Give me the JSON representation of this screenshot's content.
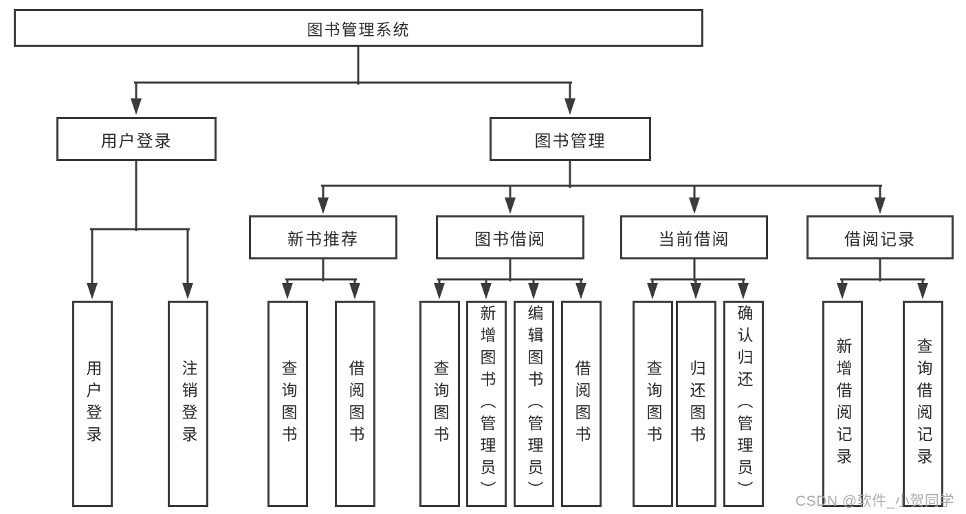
{
  "diagram": {
    "root": {
      "label": "图书管理系统"
    },
    "branches": [
      {
        "label": "用户登录",
        "children": [
          {
            "label": "用户登录"
          },
          {
            "label": "注销登录"
          }
        ]
      },
      {
        "label": "图书管理",
        "children": [
          {
            "label": "新书推荐",
            "children": [
              {
                "label": "查询图书"
              },
              {
                "label": "借阅图书"
              }
            ]
          },
          {
            "label": "图书借阅",
            "children": [
              {
                "label": "查询图书"
              },
              {
                "label": "新增图书（管理员）"
              },
              {
                "label": "编辑图书（管理员）"
              },
              {
                "label": "借阅图书"
              }
            ]
          },
          {
            "label": "当前借阅",
            "children": [
              {
                "label": "查询图书"
              },
              {
                "label": "归还图书"
              },
              {
                "label": "确认归还（管理员）"
              }
            ]
          },
          {
            "label": "借阅记录",
            "children": [
              {
                "label": "新增借阅记录"
              },
              {
                "label": "查询借阅记录"
              }
            ]
          }
        ]
      }
    ]
  },
  "watermark": {
    "text": "CSDN @软件_小贺同学"
  },
  "colors": {
    "line": "#3b3b3b",
    "text": "#2a2a2a",
    "background": "#ffffff",
    "watermark": "#ababab"
  }
}
